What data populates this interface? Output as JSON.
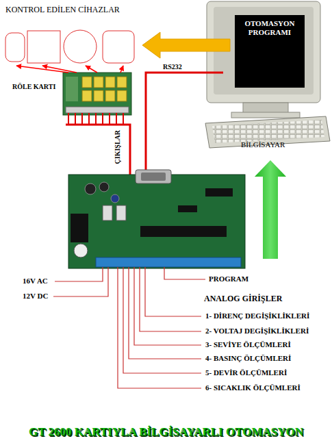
{
  "diagram": {
    "title": "GT 2600 KARTIYLA BİLGİSAYARLI OTOMASYON",
    "nodes": [
      {
        "text": [
          "KONTROL EDİLEN CİHAZLAR"
        ]
      },
      {
        "text": [
          "OTOMASYON PROGRAMI",
          "BİLGİSAYAR"
        ]
      },
      {
        "text": [
          "RÖLE KARTI"
        ]
      }
    ],
    "edges": [
      {
        "from": 1,
        "to": 0,
        "arrow": "to"
      },
      {
        "from": 2,
        "to": 0,
        "arrow": "to"
      },
      {
        "from": 2,
        "to": 0,
        "arrow": "to"
      },
      {
        "from": 2,
        "to": 0,
        "arrow": "to"
      },
      {
        "from": 2,
        "to": 0,
        "arrow": "to"
      }
    ],
    "labels": [
      "RS232",
      "ÇIKIŞLAR",
      "16V AC",
      "12V DC",
      "PROGRAM",
      "ANALOG GİRİŞLER",
      "1- DİRENÇ DEGİŞİKLİKLERİ",
      "2- VOLTAJ DEGİŞİKLİKLERİ",
      "3- SEVİYE ÖLÇÜMLERİ",
      "4- BASINÇ ÖLÇÜMLERİ",
      "5- DEVİR ÖLÇÜMLERİ",
      "6- SICAKLIK ÖLÇÜMLERİ"
    ]
  }
}
